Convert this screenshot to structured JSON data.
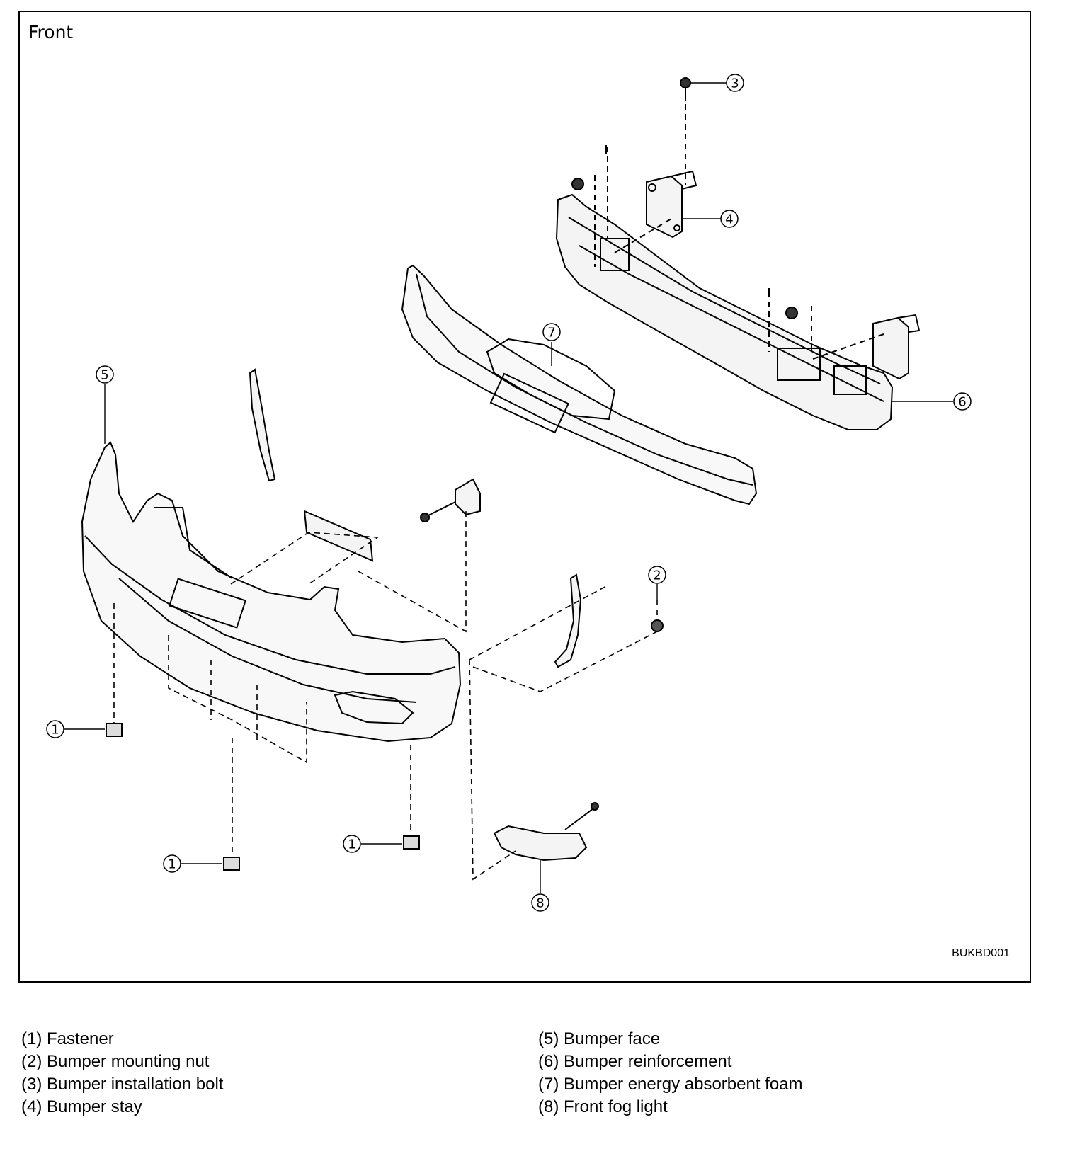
{
  "heading": "Front",
  "figure_code": "BUKBD001",
  "callouts": [
    {
      "id": "c3",
      "text": "3"
    },
    {
      "id": "c4",
      "text": "4"
    },
    {
      "id": "c7",
      "text": "7"
    },
    {
      "id": "c5",
      "text": "5"
    },
    {
      "id": "c6",
      "text": "6"
    },
    {
      "id": "c2",
      "text": "2"
    },
    {
      "id": "c1a",
      "text": "1"
    },
    {
      "id": "c1b",
      "text": "1"
    },
    {
      "id": "c1c",
      "text": "1"
    },
    {
      "id": "c8",
      "text": "8"
    }
  ],
  "legend_left": [
    "(1) Fastener",
    "(2) Bumper mounting nut",
    "(3) Bumper installation bolt",
    "(4) Bumper stay"
  ],
  "legend_right": [
    "(5) Bumper face",
    "(6) Bumper reinforcement",
    "(7) Bumper energy absorbent foam",
    "(8) Front fog light"
  ]
}
